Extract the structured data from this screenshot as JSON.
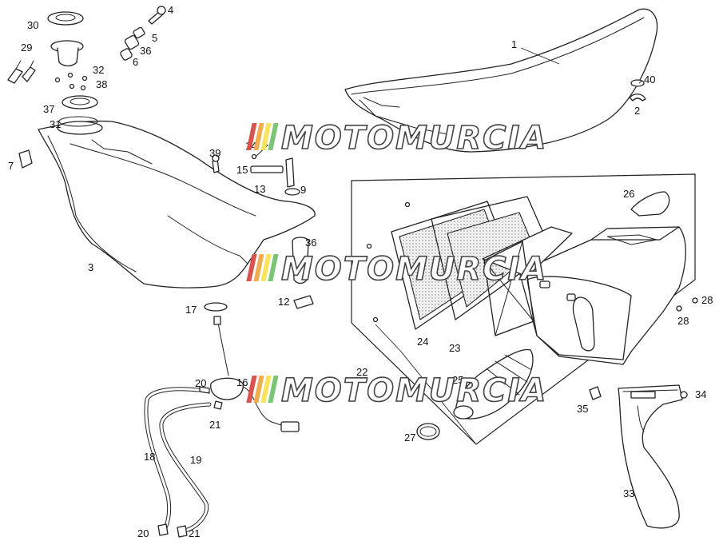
{
  "watermark": {
    "text": "MOTOMURCIA",
    "stripe_colors": [
      "#d9534f",
      "#f0ad4e",
      "#f7e35c",
      "#7cc576"
    ]
  },
  "callouts": [
    "30",
    "4",
    "29",
    "5",
    "36",
    "6",
    "32",
    "38",
    "37",
    "31",
    "7",
    "39",
    "14",
    "15",
    "13",
    "9",
    "3",
    "36",
    "12",
    "17",
    "1",
    "40",
    "2",
    "26",
    "28",
    "28",
    "24",
    "23",
    "22",
    "25",
    "20",
    "16",
    "21",
    "18",
    "19",
    "27",
    "35",
    "34",
    "33",
    "20",
    "21"
  ]
}
